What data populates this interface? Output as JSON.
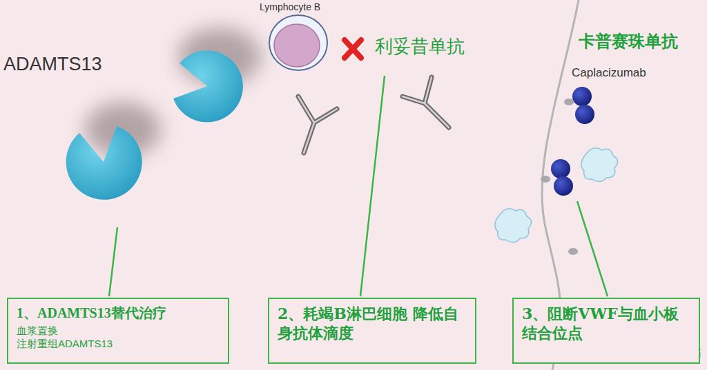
{
  "diagram": {
    "nodes": [
      {
        "text": [
          "1、ADAMTS13替代治疗",
          "血浆置换",
          "注射重组ADAMTS13"
        ]
      },
      {
        "text": [
          "2、耗竭B淋巴细胞 降低自身抗体滴度"
        ]
      },
      {
        "text": [
          "3、阻断VWF与血小板结合位点"
        ]
      }
    ],
    "edges": [],
    "labels": [
      "ADAMTS13",
      "Lymphocyte B",
      "利妥昔单抗",
      "卡普赛珠单抗",
      "Caplacizumab",
      "知乎 @肖恩记药"
    ]
  }
}
